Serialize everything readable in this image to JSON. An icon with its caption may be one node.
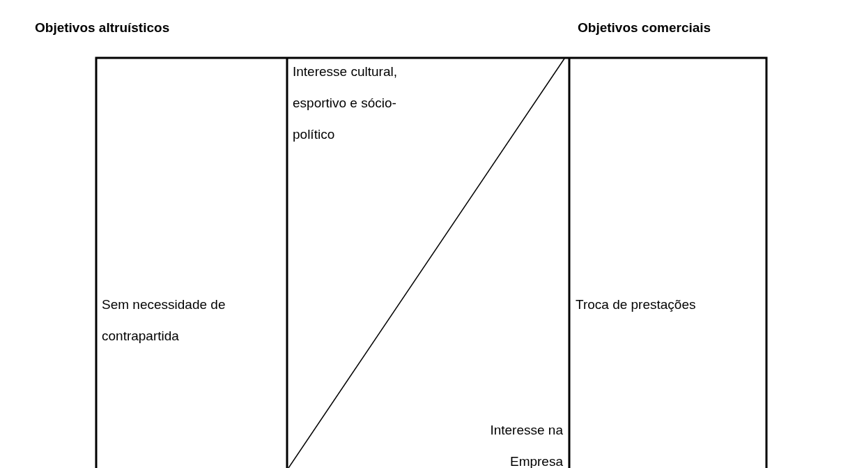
{
  "diagram": {
    "labels": [
      "Objetivos altruísticos",
      "Objetivos comerciais",
      "Interesse cultural, esportivo e sócio-político",
      "Sem necessidade de contrapartida",
      "Troca de prestações",
      "Interesse na Empresa"
    ]
  }
}
